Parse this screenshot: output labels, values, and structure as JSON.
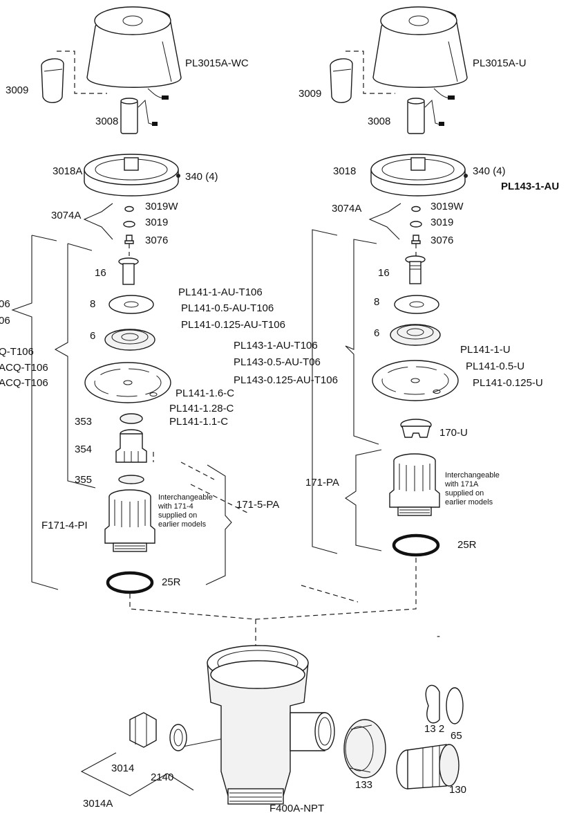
{
  "left_assembly": {
    "cover": "PL3015A-WC",
    "handle": "3009",
    "sleeve": "3008",
    "head": "3018A",
    "screws": "340 (4)",
    "kit": "3074A",
    "washer": "3019W",
    "seal": "3019",
    "valve": "3076",
    "nut": "16",
    "ring8": "8",
    "ring6": "6",
    "clipped_lines": [
      "06",
      "06",
      "Q-T106",
      "ACQ-T106",
      "ACQ-T106"
    ],
    "diaphragms": [
      "PL141-1.6-C",
      "PL141-1.28-C",
      "PL141-1.1-C"
    ],
    "part353": "353",
    "part354": "354",
    "part355": "355",
    "guide": "F171-4-PI",
    "guide_kit": "171-5-PA",
    "note_lines": [
      "Interchangeable",
      "with 171-4",
      "supplied on",
      "earlier models"
    ],
    "oring": "25R"
  },
  "right_assembly": {
    "cover": "PL3015A-U",
    "handle": "3009",
    "sleeve": "3008",
    "head": "3018",
    "screws": "340 (4)",
    "kit_bold": "PL143-1-AU",
    "kit": "3074A",
    "washer": "3019W",
    "seal": "3019",
    "valve": "3076",
    "nut": "16",
    "ring8": "8",
    "ring6": "6",
    "kits_pl141": [
      "PL141-1-AU-T106",
      "PL141-0.5-AU-T106",
      "PL141-0.125-AU-T106"
    ],
    "kits_pl143": [
      "PL143-1-AU-T106",
      "PL143-0.5-AU-T06",
      "PL143-0.125-AU-T106"
    ],
    "diaphragms": [
      "PL141-1-U",
      "PL141-0.5-U",
      "PL141-0.125-U"
    ],
    "insert": "170-U",
    "guide_kit": "171-PA",
    "note_lines": [
      "Interchangeable",
      "with 171A",
      "supplied on",
      "earlier models"
    ],
    "oring": "25R"
  },
  "body_assembly": {
    "dash_mark": "-",
    "snap_ring": "13 2",
    "oring": "65",
    "plug": "3014",
    "gasket": "2140",
    "plug_kit": "3014A",
    "coupling": "133",
    "stop": "130",
    "body": "F400A-NPT"
  }
}
